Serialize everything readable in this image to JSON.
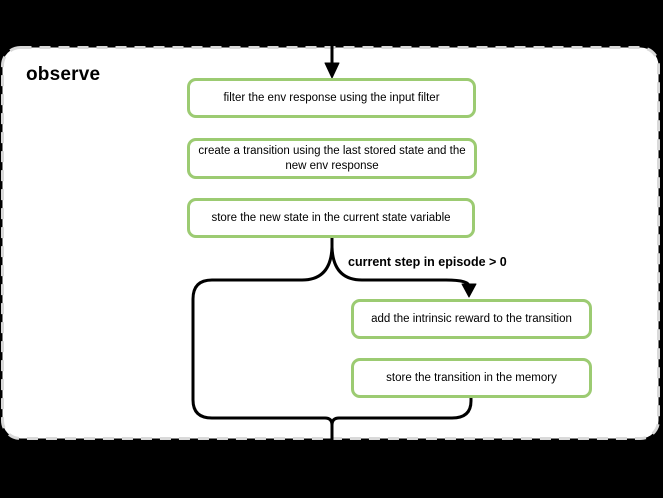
{
  "canvas": {
    "background": "#000000"
  },
  "diagram": {
    "title": "observe",
    "nodes": [
      {
        "label": "filter the env response using the input filter"
      },
      {
        "label": "create a transition using the last stored state and the new env response"
      },
      {
        "label": "store the new state in the current state variable"
      },
      {
        "label": "add the intrinsic reward to the transition"
      },
      {
        "label": "store the transition in the memory"
      }
    ],
    "branch_label": "current step in episode > 0",
    "colors": {
      "node_border": "#9ccb72",
      "container_border": "#d9d9d9",
      "container_background": "#ffffff",
      "connector": "#000000",
      "text": "#000000"
    }
  }
}
